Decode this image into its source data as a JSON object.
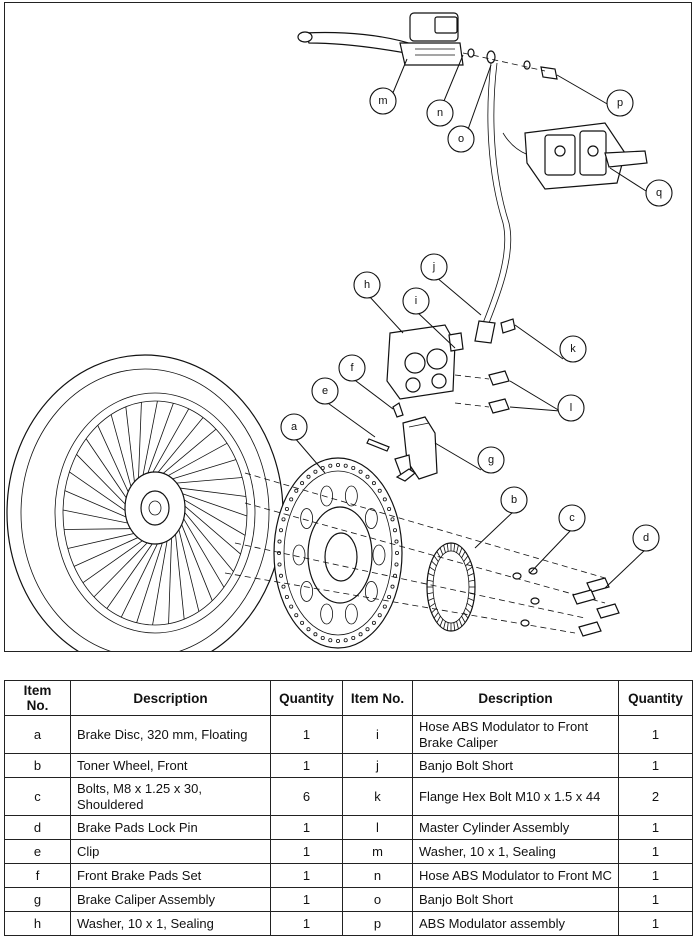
{
  "callouts": [
    "a",
    "b",
    "c",
    "d",
    "e",
    "f",
    "g",
    "h",
    "i",
    "j",
    "k",
    "l",
    "m",
    "n",
    "o",
    "p",
    "q"
  ],
  "table": {
    "headers": [
      "Item No.",
      "Description",
      "Quantity",
      "Item No.",
      "Description",
      "Quantity"
    ],
    "rows": [
      {
        "left": {
          "item": "a",
          "desc": "Brake Disc, 320 mm, Floating",
          "qty": "1"
        },
        "right": {
          "item": "i",
          "desc": "Hose ABS Modulator to Front Brake Caliper",
          "qty": "1"
        }
      },
      {
        "left": {
          "item": "b",
          "desc": "Toner Wheel, Front",
          "qty": "1"
        },
        "right": {
          "item": "j",
          "desc": "Banjo Bolt Short",
          "qty": "1"
        }
      },
      {
        "left": {
          "item": "c",
          "desc": "Bolts, M8 x 1.25 x 30, Shouldered",
          "qty": "6"
        },
        "right": {
          "item": "k",
          "desc": "Flange Hex Bolt M10 x 1.5 x 44",
          "qty": "2"
        }
      },
      {
        "left": {
          "item": "d",
          "desc": "Brake Pads Lock Pin",
          "qty": "1"
        },
        "right": {
          "item": "l",
          "desc": "Master Cylinder Assembly",
          "qty": "1"
        }
      },
      {
        "left": {
          "item": "e",
          "desc": "Clip",
          "qty": "1"
        },
        "right": {
          "item": "m",
          "desc": "Washer, 10 x 1, Sealing",
          "qty": "1"
        }
      },
      {
        "left": {
          "item": "f",
          "desc": "Front Brake Pads Set",
          "qty": "1"
        },
        "right": {
          "item": "n",
          "desc": "Hose ABS Modulator to Front MC",
          "qty": "1"
        }
      },
      {
        "left": {
          "item": "g",
          "desc": "Brake Caliper Assembly",
          "qty": "1"
        },
        "right": {
          "item": "o",
          "desc": "Banjo Bolt Short",
          "qty": "1"
        }
      },
      {
        "left": {
          "item": "h",
          "desc": "Washer, 10 x 1, Sealing",
          "qty": "1"
        },
        "right": {
          "item": "p",
          "desc": "ABS Modulator assembly",
          "qty": "1"
        }
      }
    ]
  }
}
